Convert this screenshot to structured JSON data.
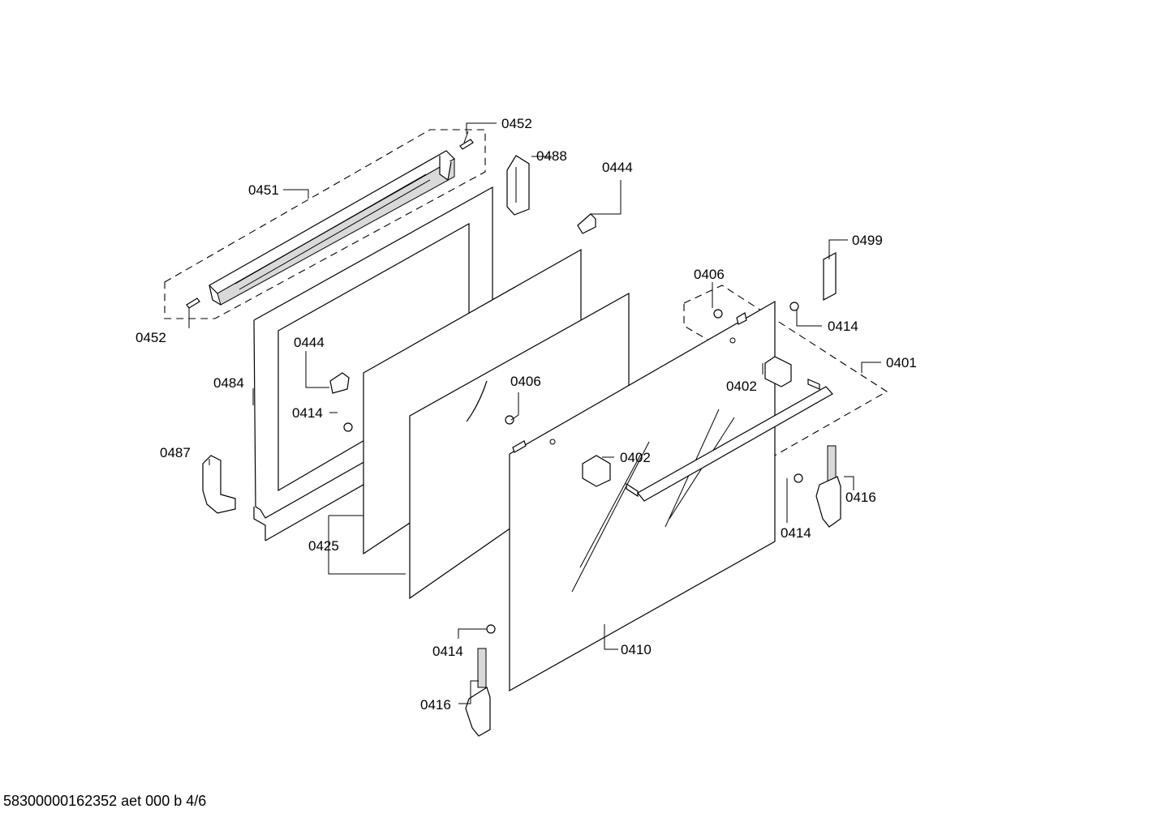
{
  "callouts": {
    "p0452_top": "0452",
    "p0452_bottom": "0452",
    "p0451": "0451",
    "p0488": "0488",
    "p0444_top": "0444",
    "p0444_left": "0444",
    "p0499": "0499",
    "p0406_right": "0406",
    "p0406_mid": "0406",
    "p0414_top_right": "0414",
    "p0414_left": "0414",
    "p0414_right": "0414",
    "p0414_bottom": "0414",
    "p0401": "0401",
    "p0402_right": "0402",
    "p0402_mid": "0402",
    "p0484": "0484",
    "p0487": "0487",
    "p0425": "0425",
    "p0416_right": "0416",
    "p0416_bottom": "0416",
    "p0410": "0410"
  },
  "footer": {
    "doc_code": "58300000162352 aet 000 b 4/6"
  }
}
